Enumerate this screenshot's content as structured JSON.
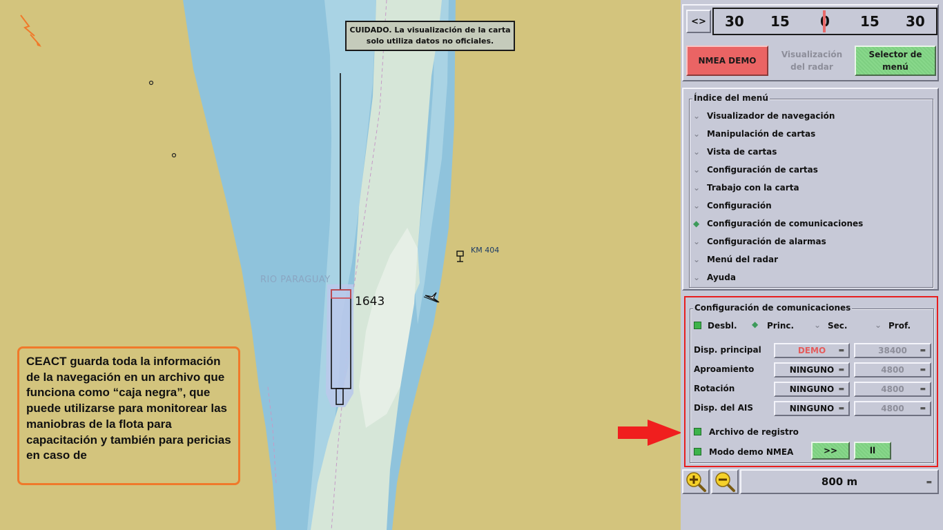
{
  "map": {
    "caution_line1": "CUIDADO. La visualización de la carta",
    "caution_line2": "solo utiliza datos no oficiales.",
    "river_label": "RIO PARAGUAY",
    "vessel_number": "1643",
    "km_marker": "KM 404"
  },
  "note": {
    "text": " CEACT guarda toda la información de la navegación en un archivo que funciona como “caja negra”, que puede utilizarse para monitorear las maniobras de la flota para capacitación y también para pericias en caso de",
    "border_color": "#f0792a"
  },
  "top": {
    "swap_label": "<>",
    "scale_ticks": [
      "30",
      "15",
      "0",
      "15",
      "30"
    ],
    "nmea_button": "NMEA DEMO",
    "radar_line1": "Visualización",
    "radar_line2": "del radar",
    "selector_line1": "Selector de",
    "selector_line2": "menú"
  },
  "menu": {
    "title": "Índice del menú",
    "items": [
      {
        "label": "Visualizador de navegación",
        "icon": "chevron-down-icon"
      },
      {
        "label": "Manipulación de cartas",
        "icon": "chevron-down-icon"
      },
      {
        "label": "Vista de cartas",
        "icon": "chevron-down-icon"
      },
      {
        "label": "Configuración de cartas",
        "icon": "chevron-down-icon"
      },
      {
        "label": "Trabajo con la carta",
        "icon": "chevron-down-icon"
      },
      {
        "label": "Configuración",
        "icon": "chevron-down-icon"
      },
      {
        "label": "Configuración de comunicaciones",
        "icon": "diamond-active-icon"
      },
      {
        "label": "Configuración de alarmas",
        "icon": "chevron-down-icon"
      },
      {
        "label": "Menú del radar",
        "icon": "chevron-down-icon"
      },
      {
        "label": "Ayuda",
        "icon": "chevron-down-icon"
      }
    ]
  },
  "comms": {
    "title": "Configuración de comunicaciones",
    "modes": {
      "desbl": "Desbl.",
      "princ": "Princ.",
      "sec": "Sec.",
      "prof": "Prof."
    },
    "rows": [
      {
        "label": "Disp. principal",
        "source": "DEMO",
        "baud": "38400"
      },
      {
        "label": "Aproamiento",
        "source": "NINGUNO",
        "baud": "4800"
      },
      {
        "label": "Rotación",
        "source": "NINGUNO",
        "baud": "4800"
      },
      {
        "label": "Disp. del AIS",
        "source": "NINGUNO",
        "baud": "4800"
      }
    ],
    "log_file": "Archivo de registro",
    "demo_mode": "Modo demo NMEA",
    "forward_btn": ">>",
    "pause_btn": "ll"
  },
  "bottom": {
    "scale": "800 m"
  },
  "colors": {
    "land": "#d3c47d",
    "water": "#8fc3dc",
    "shallow": "#b9dde9",
    "island": "#d6e6d8",
    "panel": "#c7c9d7",
    "alert_red": "#e81d1d",
    "active_green": "#7ecf81",
    "nmea_red": "#ea6464"
  }
}
